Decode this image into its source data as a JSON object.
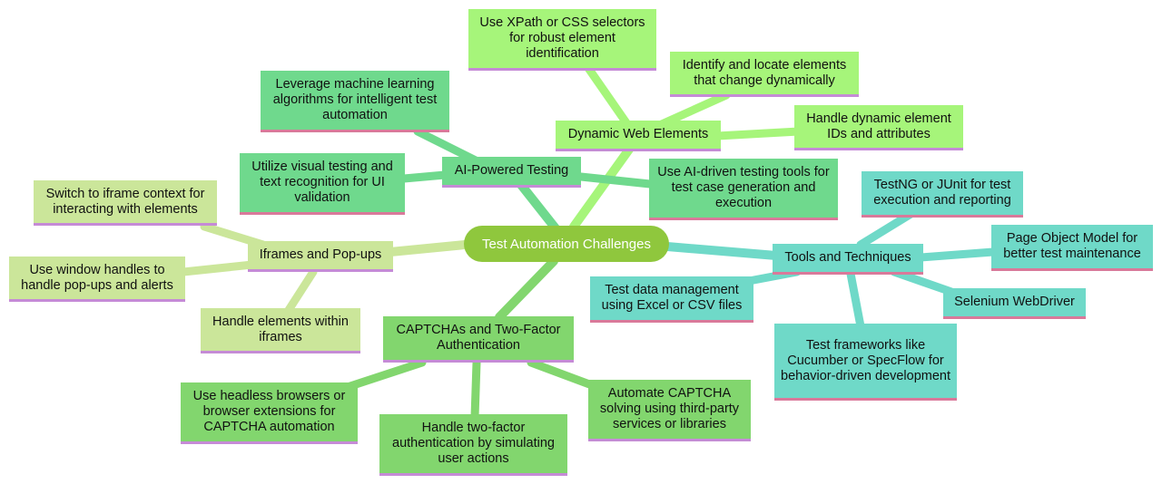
{
  "root": {
    "label": "Test Automation Challenges"
  },
  "branches": {
    "dynamic": {
      "label": "Dynamic Web Elements",
      "children": [
        "Use XPath or CSS selectors for robust element identification",
        "Identify and locate elements that change dynamically",
        "Handle dynamic element IDs and attributes"
      ]
    },
    "ai": {
      "label": "AI-Powered Testing",
      "children": [
        "Leverage machine learning algorithms for intelligent test automation",
        "Utilize visual testing and text recognition for UI validation",
        "Use AI-driven testing tools for test case generation and execution"
      ]
    },
    "iframes": {
      "label": "Iframes and Pop-ups",
      "children": [
        "Switch to iframe context for interacting with elements",
        "Use window handles to handle pop-ups and alerts",
        "Handle elements within iframes"
      ]
    },
    "captcha": {
      "label": "CAPTCHAs and Two-Factor Authentication",
      "children": [
        "Use headless browsers or browser extensions for CAPTCHA automation",
        "Handle two-factor authentication by simulating user actions",
        "Automate CAPTCHA solving using third-party services or libraries"
      ]
    },
    "tools": {
      "label": "Tools and Techniques",
      "children": [
        "TestNG or JUnit for test execution and reporting",
        "Page Object Model for better test maintenance",
        "Selenium WebDriver",
        "Test frameworks like Cucumber or SpecFlow for behavior-driven development",
        "Test data management using Excel or CSV files"
      ]
    }
  },
  "colors": {
    "root": "#8fc73d",
    "dynamic": "#a6f57a",
    "ai": "#6fd98d",
    "iframes": "#cbe69a",
    "captcha": "#82d66e",
    "tools": "#6fd9c8",
    "underline_purple": "#c58bd6",
    "underline_pink": "#d9799a"
  }
}
